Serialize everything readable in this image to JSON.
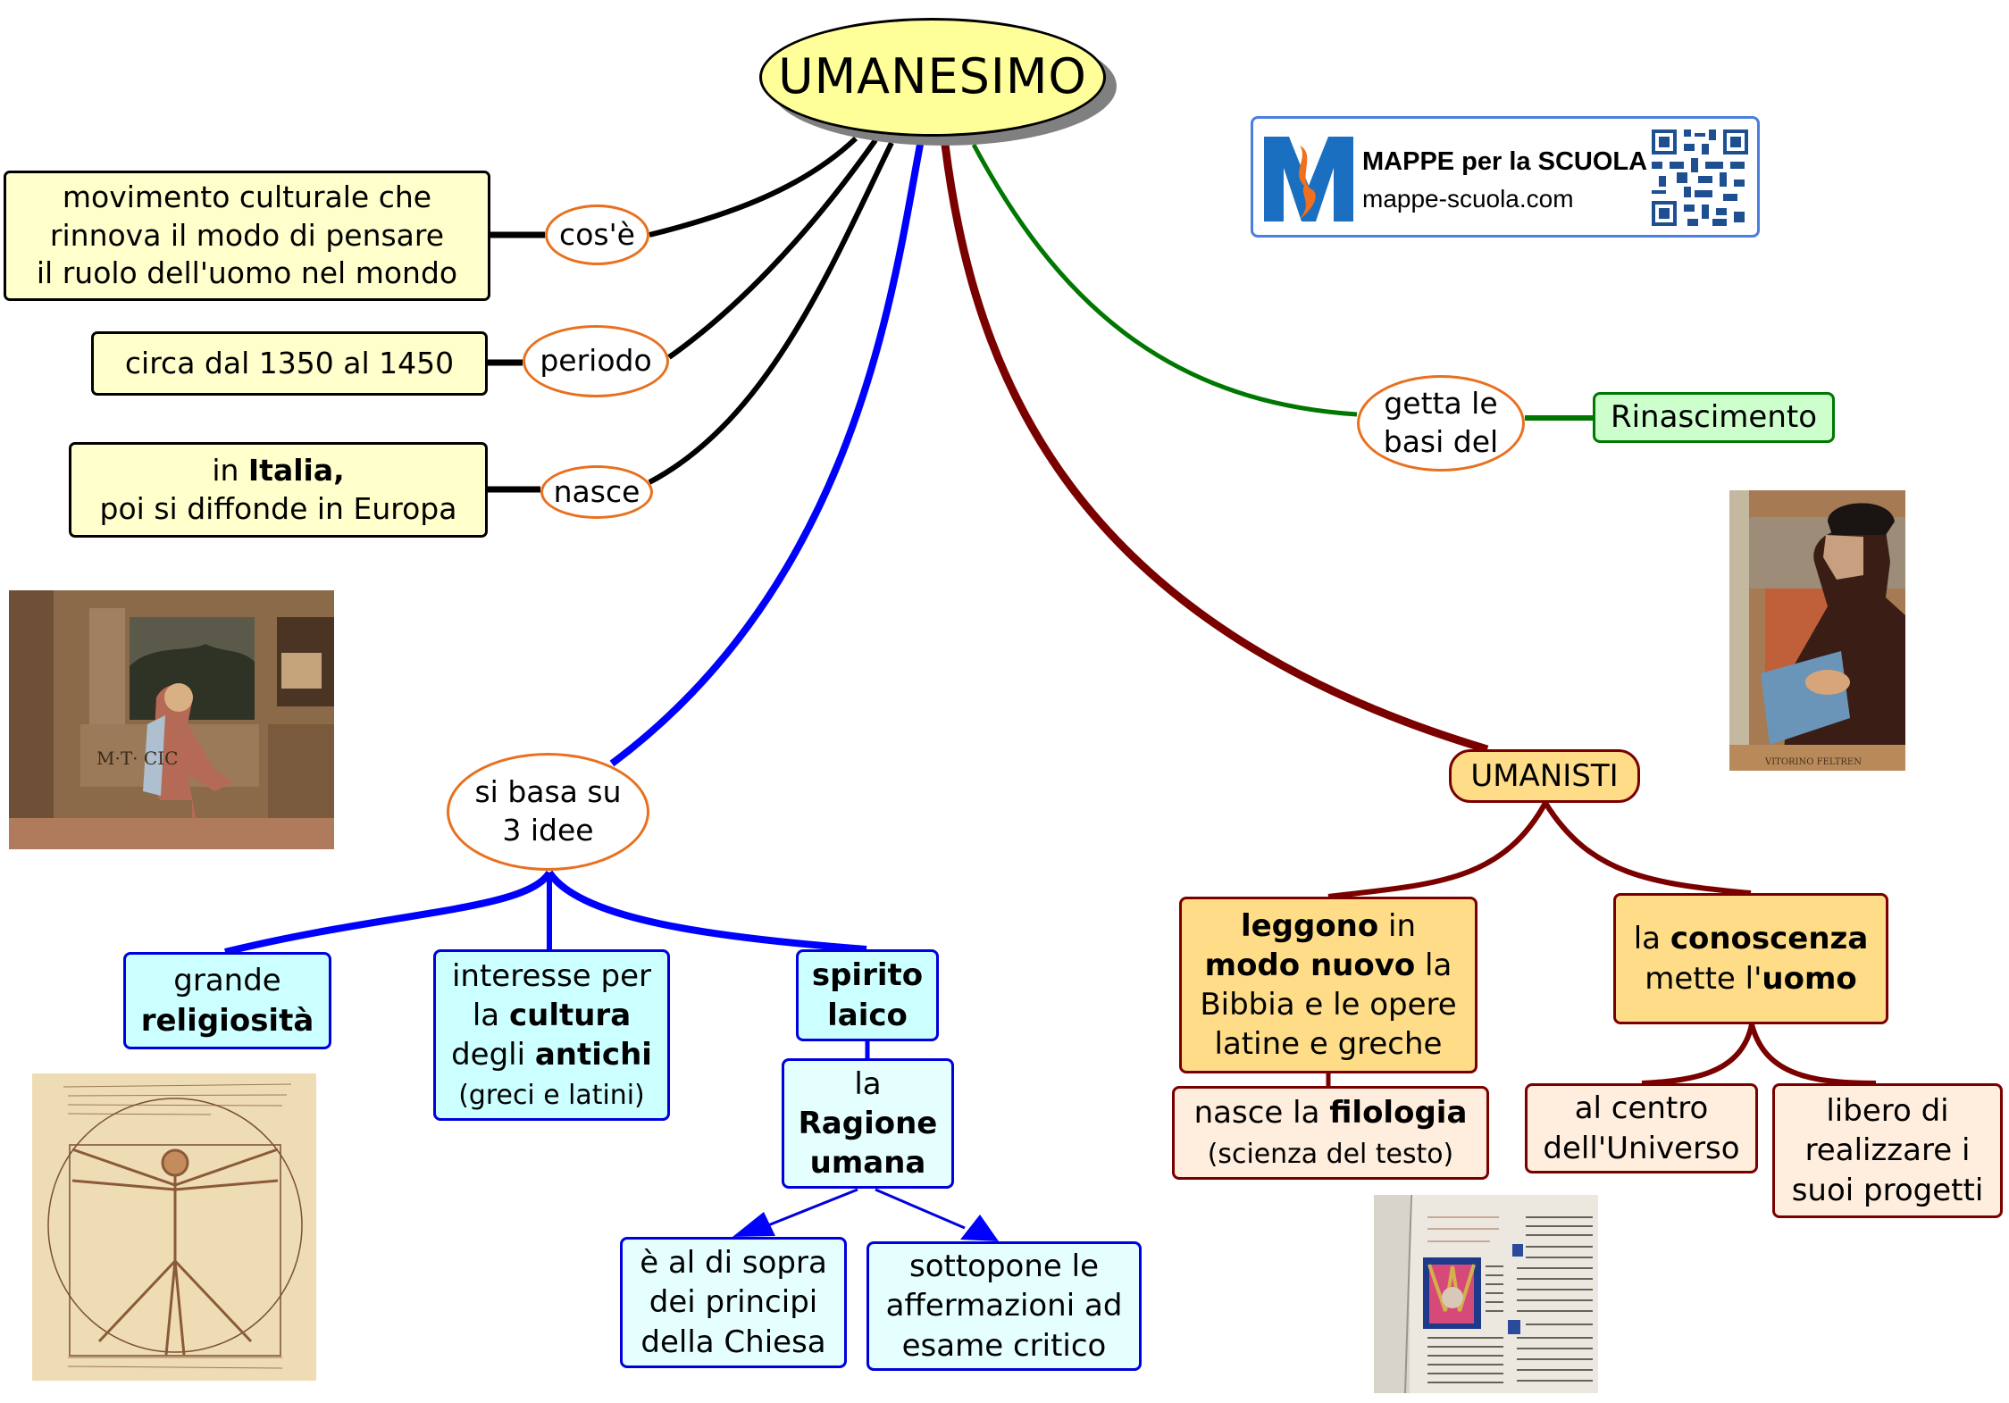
{
  "title": "UMANESIMO",
  "brand": {
    "name": "MAPPE per la SCUOLA",
    "url": "mappe-scuola.com",
    "icon": "mappe-scuola-logo",
    "qr": "qr-code-icon"
  },
  "colors": {
    "center_fill": "#ffff99",
    "definition_fill": "#ffffcc",
    "linking_border": "#e8701e",
    "ideas_link": "#0000ff",
    "ideas_fill": "#ccffff",
    "humanists_link": "#7a0000",
    "humanists_fill": "#ffdd88",
    "renaissance_link": "#007700",
    "renaissance_fill": "#ccffcc"
  },
  "definitions": [
    {
      "link": "cos'è",
      "lines": [
        [
          {
            "t": "movimento culturale che"
          }
        ],
        [
          {
            "t": "rinnova il modo di pensare"
          }
        ],
        [
          {
            "t": "il ruolo dell'uomo nel mondo"
          }
        ]
      ]
    },
    {
      "link": "periodo",
      "lines": [
        [
          {
            "t": "circa dal 1350 al 1450"
          }
        ]
      ]
    },
    {
      "link": "nasce",
      "lines": [
        [
          {
            "t": "in "
          },
          {
            "t": "Italia,",
            "b": true
          }
        ],
        [
          {
            "t": "poi si diffonde in Europa"
          }
        ]
      ]
    }
  ],
  "renaissance": {
    "link_lines": [
      "getta le",
      "basi del"
    ],
    "target": "Rinascimento"
  },
  "ideas": {
    "link_lines": [
      "si basa su",
      "3 idee"
    ],
    "items": [
      {
        "lines": [
          [
            {
              "t": "grande"
            }
          ],
          [
            {
              "t": "religiosità",
              "b": true
            }
          ]
        ]
      },
      {
        "lines": [
          [
            {
              "t": "interesse per"
            }
          ],
          [
            {
              "t": "la "
            },
            {
              "t": "cultura",
              "b": true
            }
          ],
          [
            {
              "t": "degli "
            },
            {
              "t": "antichi",
              "b": true
            }
          ],
          [
            {
              "t": "(greci e latini)",
              "small": true
            }
          ]
        ]
      },
      {
        "lines": [
          [
            {
              "t": "spirito",
              "b": true
            }
          ],
          [
            {
              "t": "laico",
              "b": true
            }
          ]
        ]
      }
    ],
    "reason": {
      "lines": [
        [
          {
            "t": "la"
          }
        ],
        [
          {
            "t": "Ragione",
            "b": true
          }
        ],
        [
          {
            "t": "umana",
            "b": true
          }
        ]
      ]
    },
    "reason_children": [
      {
        "lines": [
          [
            {
              "t": "è al di sopra"
            }
          ],
          [
            {
              "t": "dei principi"
            }
          ],
          [
            {
              "t": "della Chiesa"
            }
          ]
        ]
      },
      {
        "lines": [
          [
            {
              "t": "sottopone le"
            }
          ],
          [
            {
              "t": "affermazioni ad"
            }
          ],
          [
            {
              "t": "esame critico"
            }
          ]
        ]
      }
    ]
  },
  "humanists": {
    "label": "UMANISTI",
    "reading": {
      "lines": [
        [
          {
            "t": "leggono",
            "b": true
          },
          {
            "t": " in"
          }
        ],
        [
          {
            "t": "modo nuovo",
            "b": true
          },
          {
            "t": " la"
          }
        ],
        [
          {
            "t": "Bibbia e le opere"
          }
        ],
        [
          {
            "t": "latine e greche"
          }
        ]
      ]
    },
    "philology": {
      "lines": [
        [
          {
            "t": "nasce la "
          },
          {
            "t": "filologia",
            "b": true
          }
        ],
        [
          {
            "t": "(scienza del testo)",
            "small": true
          }
        ]
      ]
    },
    "knowledge": {
      "lines": [
        [
          {
            "t": "la "
          },
          {
            "t": "conoscenza",
            "b": true
          }
        ],
        [
          {
            "t": "mette l'"
          },
          {
            "t": "uomo",
            "b": true
          }
        ]
      ]
    },
    "knowledge_children": [
      {
        "lines": [
          [
            {
              "t": "al centro"
            }
          ],
          [
            {
              "t": "dell'Universo"
            }
          ]
        ]
      },
      {
        "lines": [
          [
            {
              "t": "libero di"
            }
          ],
          [
            {
              "t": "realizzare i"
            }
          ],
          [
            {
              "t": "suoi progetti"
            }
          ]
        ]
      }
    ]
  },
  "images": [
    {
      "name": "young-cicero-reading-painting",
      "caption": "M·T· CIC"
    },
    {
      "name": "vittorino-da-feltre-portrait",
      "caption": "VITORINO FELTREN"
    },
    {
      "name": "vitruvian-man-drawing"
    },
    {
      "name": "illuminated-manuscript-page"
    }
  ]
}
